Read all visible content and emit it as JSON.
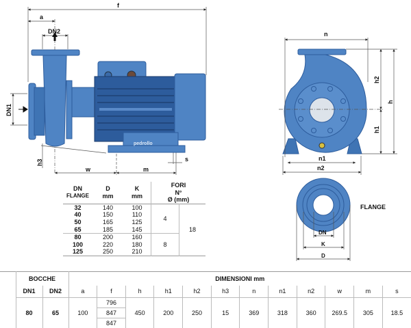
{
  "drawing_labels": {
    "f": "f",
    "a": "a",
    "dn2": "DN2",
    "dn1": "DN1",
    "h3": "h3",
    "w": "w",
    "m": "m",
    "s": "s",
    "n": "n",
    "h2": "h2",
    "h": "h",
    "h1": "h1",
    "n1": "n1",
    "n2": "n2",
    "dn": "DN",
    "k": "K",
    "d": "D",
    "flange": "FLANGE",
    "brand": "pedrollo"
  },
  "colors": {
    "pump_blue": "#4f84c4",
    "pump_dark": "#2d5c9c",
    "pump_light": "#7fa8da"
  },
  "flange_table": {
    "headers": {
      "dn": "DN",
      "flange": "FLANGE",
      "d": "D",
      "k": "K",
      "mm": "mm",
      "fori": "FORI",
      "no": "N°",
      "dia": "Ø (mm)"
    },
    "rows": [
      {
        "dn": "32",
        "d": "140",
        "k": "100"
      },
      {
        "dn": "40",
        "d": "150",
        "k": "110"
      },
      {
        "dn": "50",
        "d": "165",
        "k": "125"
      },
      {
        "dn": "65",
        "d": "185",
        "k": "145"
      },
      {
        "dn": "80",
        "d": "200",
        "k": "160"
      },
      {
        "dn": "100",
        "d": "220",
        "k": "180"
      },
      {
        "dn": "125",
        "d": "250",
        "k": "210"
      }
    ],
    "holes_group1": "4",
    "holes_group2": "8",
    "hole_diameter": "18"
  },
  "dimensions_table": {
    "bocche": "BOCCHE",
    "dimensioni": "DIMENSIONI mm",
    "cols": [
      "DN1",
      "DN2",
      "a",
      "f",
      "h",
      "h1",
      "h2",
      "h3",
      "n",
      "n1",
      "n2",
      "w",
      "m",
      "s"
    ],
    "dn1": "80",
    "dn2": "65",
    "a": "100",
    "f": [
      "796",
      "847",
      "847"
    ],
    "h": "450",
    "h1": "200",
    "h2": "250",
    "h3": "15",
    "n": "369",
    "n1": "318",
    "n2": "360",
    "w": "269.5",
    "m": "305",
    "s": "18.5"
  }
}
